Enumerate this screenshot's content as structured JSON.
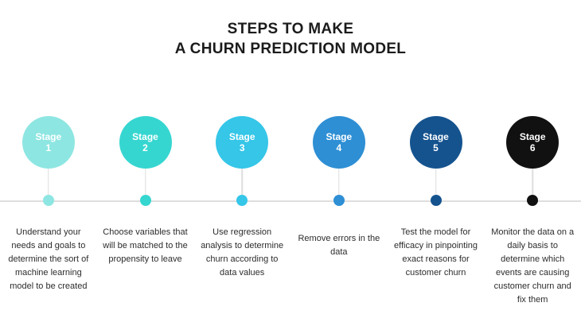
{
  "title": {
    "line1": "STEPS TO MAKE",
    "line2": "A CHURN PREDICTION MODEL"
  },
  "chart_data": {
    "type": "table",
    "title": "STEPS TO MAKE A CHURN PREDICTION MODEL",
    "categories": [
      "Stage 1",
      "Stage 2",
      "Stage 3",
      "Stage 4",
      "Stage 5",
      "Stage 6"
    ],
    "values": [
      1,
      2,
      3,
      4,
      5,
      6
    ],
    "xlabel": "",
    "ylabel": "",
    "legend": "none",
    "grid": false
  },
  "stages": [
    {
      "label": "Stage",
      "number": "1",
      "color": "#8EE6E2",
      "description": "Understand your needs and goals to determine the sort of machine learning model to be created"
    },
    {
      "label": "Stage",
      "number": "2",
      "color": "#36D6D0",
      "description": "Choose variables that will be matched to the propensity to leave"
    },
    {
      "label": "Stage",
      "number": "3",
      "color": "#35C6E8",
      "description": "Use regression analysis to determine churn according to data values"
    },
    {
      "label": "Stage",
      "number": "4",
      "color": "#2E8FD4",
      "description": "Remove errors in the data"
    },
    {
      "label": "Stage",
      "number": "5",
      "color": "#15538F",
      "description": "Test the model for efficacy in pinpointing exact reasons for customer churn"
    },
    {
      "label": "Stage",
      "number": "6",
      "color": "#111111",
      "description": "Monitor the data on a daily basis to determine which events are causing customer churn and fix them"
    }
  ],
  "axis": {
    "color": "#dedede"
  }
}
